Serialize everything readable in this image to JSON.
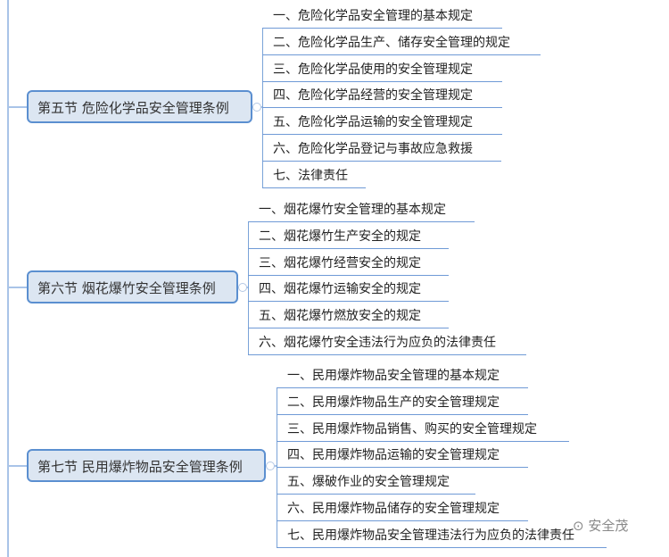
{
  "sections": [
    {
      "title": "第五节 危险化学品安全管理条例",
      "items": [
        "一、危险化学品安全管理的基本规定",
        "二、危险化学品生产、储存安全管理的规定",
        "三、危险化学品使用的安全管理规定",
        "四、危险化学品经营的安全管理规定",
        "五、危险化学品运输的安全管理规定",
        "六、危险化学品登记与事故应急救援",
        "七、法律责任"
      ]
    },
    {
      "title": "第六节 烟花爆竹安全管理条例",
      "items": [
        "一、烟花爆竹安全管理的基本规定",
        "二、烟花爆竹生产安全的规定",
        "三、烟花爆竹经营安全的规定",
        "四、烟花爆竹运输安全的规定",
        "五、烟花爆竹燃放安全的规定",
        "六、烟花爆竹安全违法行为应负的法律责任"
      ]
    },
    {
      "title": "第七节 民用爆炸物品安全管理条例",
      "items": [
        "一、民用爆炸物品安全管理的基本规定",
        "二、民用爆炸物品生产的安全管理规定",
        "三、民用爆炸物品销售、购买的安全管理规定",
        "四、民用爆炸物品运输的安全管理规定",
        "五、爆破作业的安全管理规定",
        "六、民用爆炸物品储存的安全管理规定",
        "七、民用爆炸物品安全管理违法行为应负的法律责任"
      ]
    }
  ],
  "watermark": "安全茂"
}
